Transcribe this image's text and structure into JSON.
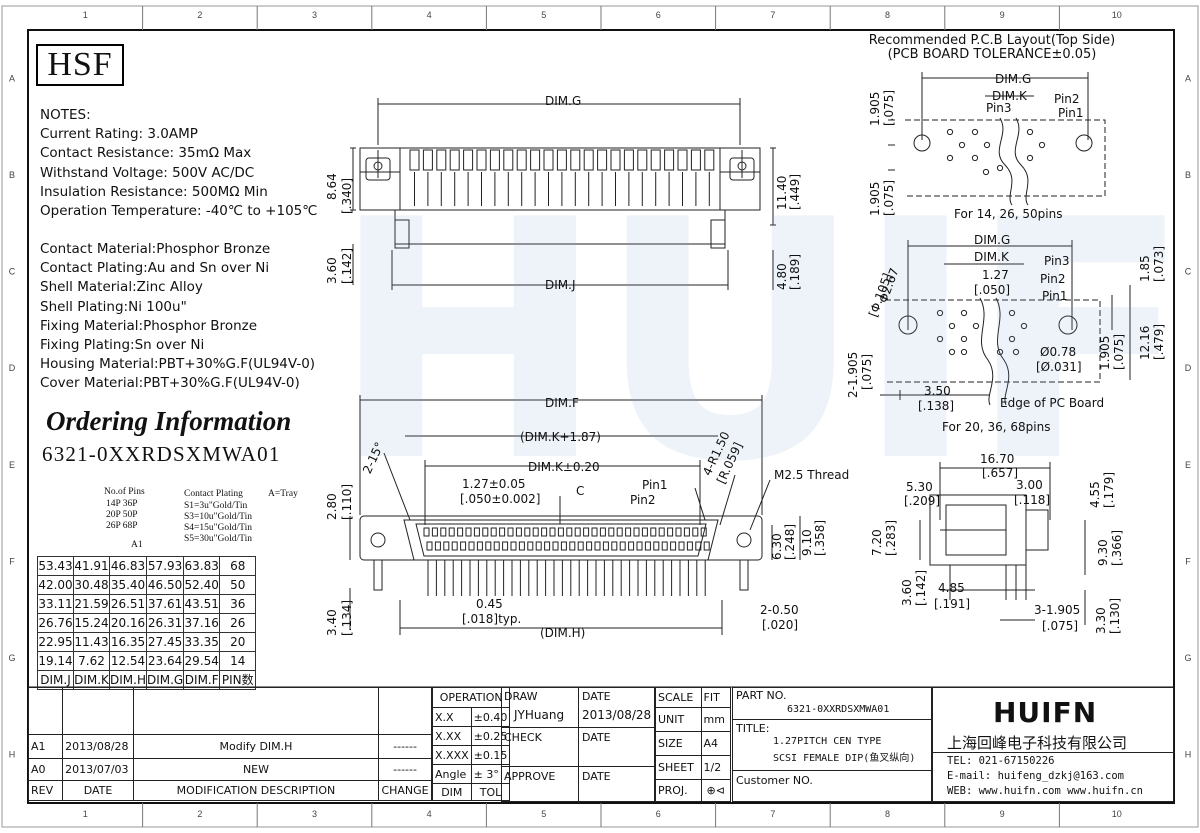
{
  "logo": "HSF",
  "notes": {
    "heading": "NOTES:",
    "lines": [
      "Current Rating: 3.0AMP",
      "Contact Resistance: 35mΩ Max",
      "Withstand Voltage: 500V AC/DC",
      "Insulation Resistance: 500MΩ Min",
      "Operation Temperature: -40℃ to +105℃"
    ],
    "materials": [
      "Contact Material:Phosphor Bronze",
      "Contact Plating:Au and Sn over Ni",
      "Shell Material:Zinc Alloy",
      "Shell Plating:Ni 100u\"",
      "Fixing Material:Phosphor Bronze",
      "Fixing Plating:Sn over Ni",
      "Housing Material:PBT+30%G.F(UL94V-0)",
      "Cover Material:PBT+30%G.F(UL94V-0)"
    ]
  },
  "ordering": {
    "title": "Ordering Information",
    "code": "6321-0XXRDSXMWA01",
    "no_of_pins_label": "No.of Pins",
    "no_of_pins": [
      "14P  36P",
      "20P  50P",
      "26P  68P"
    ],
    "contact_plating_label": "Contact Plating",
    "contact_plating": [
      "S1=3u\"Gold/Tin",
      "S3=10u\"Gold/Tin",
      "S4=15u\"Gold/Tin",
      "S5=30u\"Gold/Tin"
    ],
    "a_tray": "A=Tray",
    "rev_mark": "A1"
  },
  "dim_table": {
    "header": [
      "DIM.J",
      "DIM.K",
      "DIM.H",
      "DIM.G",
      "DIM.F",
      "PIN数"
    ],
    "rows": [
      [
        "53.43",
        "41.91",
        "46.83",
        "57.93",
        "63.83",
        "68"
      ],
      [
        "42.00",
        "30.48",
        "35.40",
        "46.50",
        "52.40",
        "50"
      ],
      [
        "33.11",
        "21.59",
        "26.51",
        "37.61",
        "43.51",
        "36"
      ],
      [
        "26.76",
        "15.24",
        "20.16",
        "26.31",
        "37.16",
        "26"
      ],
      [
        "22.95",
        "11.43",
        "16.35",
        "27.45",
        "33.35",
        "20"
      ],
      [
        "19.14",
        "7.62",
        "12.54",
        "23.64",
        "29.54",
        "14"
      ]
    ]
  },
  "grid": {
    "cols": [
      "1",
      "2",
      "3",
      "4",
      "5",
      "6",
      "7",
      "8",
      "9",
      "10"
    ],
    "rows": [
      "A",
      "B",
      "C",
      "D",
      "E",
      "F",
      "G",
      "H"
    ]
  },
  "top_view": {
    "dim_g": "DIM.G",
    "dim_j": "DIM.J",
    "d864": "8.64",
    "d340": "[.340]",
    "d1140": "11.40",
    "d449": "[.449]",
    "d360": "3.60",
    "d142": "[.142]",
    "d480": "4.80",
    "d189": "[.189]"
  },
  "front_view": {
    "dim_f": "DIM.F",
    "dim_k187": "(DIM.K+1.87)",
    "dim_k020": "DIM.K±0.20",
    "pitch": "1.27±0.05",
    "pitch_in": "[.050±0.002]",
    "cl": "C",
    "pin1": "Pin1",
    "pin2": "Pin2",
    "r150": "4-R1.50",
    "r059": "[R.059]",
    "thread": "M2.5 Thread",
    "angle": "2-15°",
    "d280": "2.80",
    "d110": "[.110]",
    "d630": "6.30",
    "d248": "[.248]",
    "d910": "9.10",
    "d358": "[.358]",
    "d340": "3.40",
    "d134": "[.134]",
    "d045": "0.45",
    "d018": "[.018]typ.",
    "dim_h": "(DIM.H)",
    "d050": "2-0.50",
    "d020": "[.020]"
  },
  "pcb": {
    "head1": "Recommended P.C.B Layout(Top Side)",
    "head2": "(PCB BOARD TOLERANCE±0.05)",
    "dim_g": "DIM.G",
    "dim_k": "DIM.K",
    "pin1": "Pin1",
    "pin2": "Pin2",
    "pin3": "Pin3",
    "d1905": "1.905",
    "d075": "[.075]",
    "caption1": "For 14, 26, 50pins",
    "phi267": "Φ2.67",
    "phi105": "[Φ.105]",
    "d127": "1.27",
    "d050": "[.050]",
    "d185": "1.85",
    "d073": "[.073]",
    "d1216": "12.16",
    "d479": "[.479]",
    "d2_1905": "2-1.905",
    "phi078": "Ø0.78",
    "phi031": "[Ø.031]",
    "d350": "3.50",
    "d138": "[.138]",
    "edge": "Edge of PC Board",
    "caption2": "For 20, 36, 68pins"
  },
  "side_view": {
    "d1670": "16.70",
    "d657": "[.657]",
    "d530": "5.30",
    "d209": "[.209]",
    "d300": "3.00",
    "d118": "[.118]",
    "d455": "4.55",
    "d179": "[.179]",
    "d720": "7.20",
    "d283": "[.283]",
    "d930": "9.30",
    "d366": "[.366]",
    "d360": "3.60",
    "d142": "[.142]",
    "d485": "4.85",
    "d191": "[.191]",
    "d3_1905": "3-1.905",
    "d075": "[.075]",
    "d330": "3.30",
    "d130": "[.130]"
  },
  "title_block": {
    "rev_rows": [
      {
        "rev": "A1",
        "date": "2013/08/28",
        "desc": "Modify DIM.H",
        "change": "------"
      },
      {
        "rev": "A0",
        "date": "2013/07/03",
        "desc": "NEW",
        "change": "------"
      }
    ],
    "rev_header": {
      "rev": "REV",
      "date": "DATE",
      "desc": "MODIFICATION DESCRIPTION",
      "change": "CHANGE"
    },
    "operation": "OPERATION",
    "tol": [
      [
        "X.X",
        "±0.40"
      ],
      [
        "X.XX",
        "±0.25"
      ],
      [
        "X.XXX",
        "±0.15"
      ],
      [
        "Angle",
        "± 3°"
      ]
    ],
    "dim": "DIM",
    "tol_label": "TOL",
    "draw": "DRAW",
    "drawer": "JYHuang",
    "check": "CHECK",
    "approve": "APPROVE",
    "date_label": "DATE",
    "date_value": "2013/08/28",
    "scale": "SCALE",
    "fit": "FIT",
    "unit": "UNIT",
    "unit_value": "mm",
    "size": "SIZE",
    "size_value": "A4",
    "sheet": "SHEET",
    "sheet_value": "1/2",
    "proj": "PROJ.",
    "part_no_label": "PART NO.",
    "part_no": "6321-0XXRDSXMWA01",
    "title_label": "TITLE:",
    "title1": "1.27PITCH CEN TYPE",
    "title2": "SCSI FEMALE DIP(鱼叉纵向)",
    "customer": "Customer NO.",
    "brand": "HUIFN",
    "company": "上海回峰电子科技有限公司",
    "tel": "TEL: 021-67150226",
    "email": "E-mail: huifeng_dzkj@163.com",
    "web": "WEB: www.huifn.com  www.huifn.cn"
  }
}
